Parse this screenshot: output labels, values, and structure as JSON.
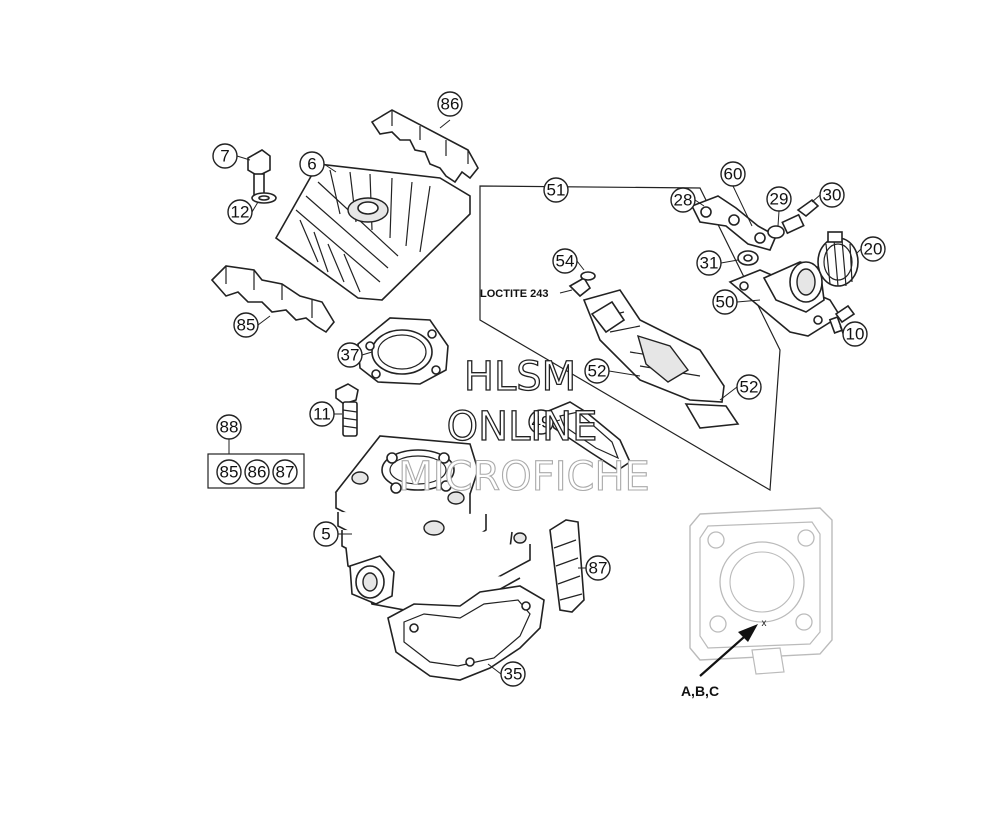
{
  "watermark": {
    "line1": "HLSM",
    "line2": "ONLINE",
    "line3": "MICROFICHE"
  },
  "note_loctite": "LOCTITE 243",
  "detail_label": "A,B,C",
  "detail_mark": "x",
  "callouts": {
    "c7": "7",
    "c6": "6",
    "c12": "12",
    "c86": "86",
    "c85": "85",
    "c37": "37",
    "c11": "11",
    "c88": "88",
    "c88a": "85",
    "c88b": "86",
    "c88c": "87",
    "c5": "5",
    "c87": "87",
    "c35": "35",
    "c51": "51",
    "c54": "54",
    "c52a": "52",
    "c52b": "52",
    "c49": "49",
    "c60": "60",
    "c28": "28",
    "c29": "29",
    "c30": "30",
    "c20": "20",
    "c31": "31",
    "c50": "50",
    "c10": "10"
  }
}
